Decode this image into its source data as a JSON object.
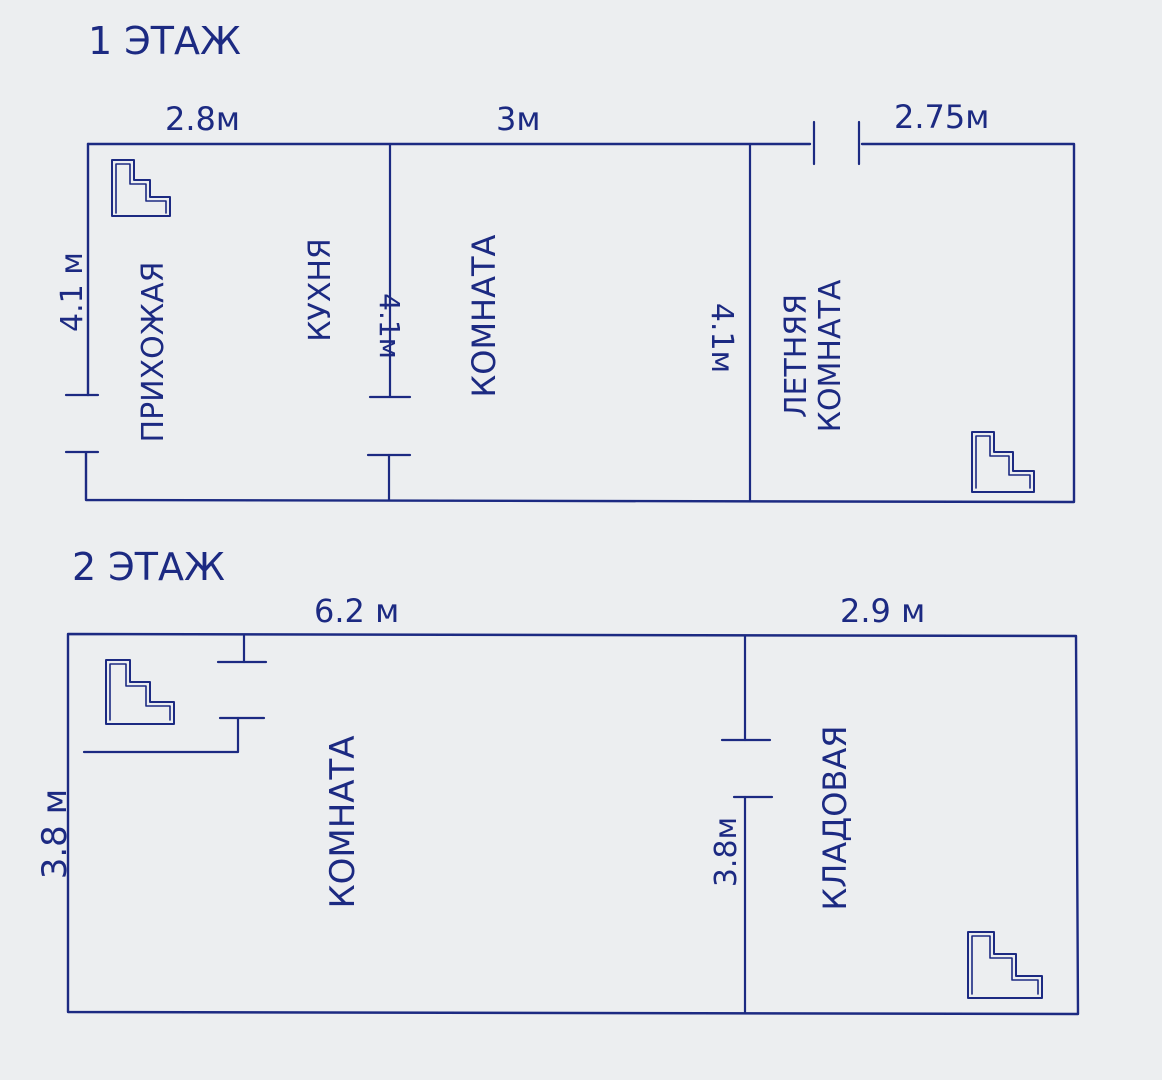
{
  "floor1": {
    "title": "1 ЭТАЖ",
    "dims": {
      "hallway_width": "2.8м",
      "room_width": "3м",
      "summer_room_width": "2.75м",
      "left_height": "4.1 м",
      "kitchen_height": "4.1м",
      "summer_height": "4.1м"
    },
    "rooms": {
      "hallway": "ПРИХОЖАЯ",
      "kitchen": "КУХНЯ",
      "room": "КОМНАТА",
      "summer_line1": "ЛЕТНЯЯ",
      "summer_line2": "КОМНАТА"
    }
  },
  "floor2": {
    "title": "2 ЭТАЖ",
    "dims": {
      "room_width": "6.2 м",
      "storage_width": "2.9 м",
      "left_height": "3.8 м",
      "partition_height": "3.8м"
    },
    "rooms": {
      "room": "КОМНАТА",
      "storage": "КЛАДОВАЯ"
    }
  }
}
